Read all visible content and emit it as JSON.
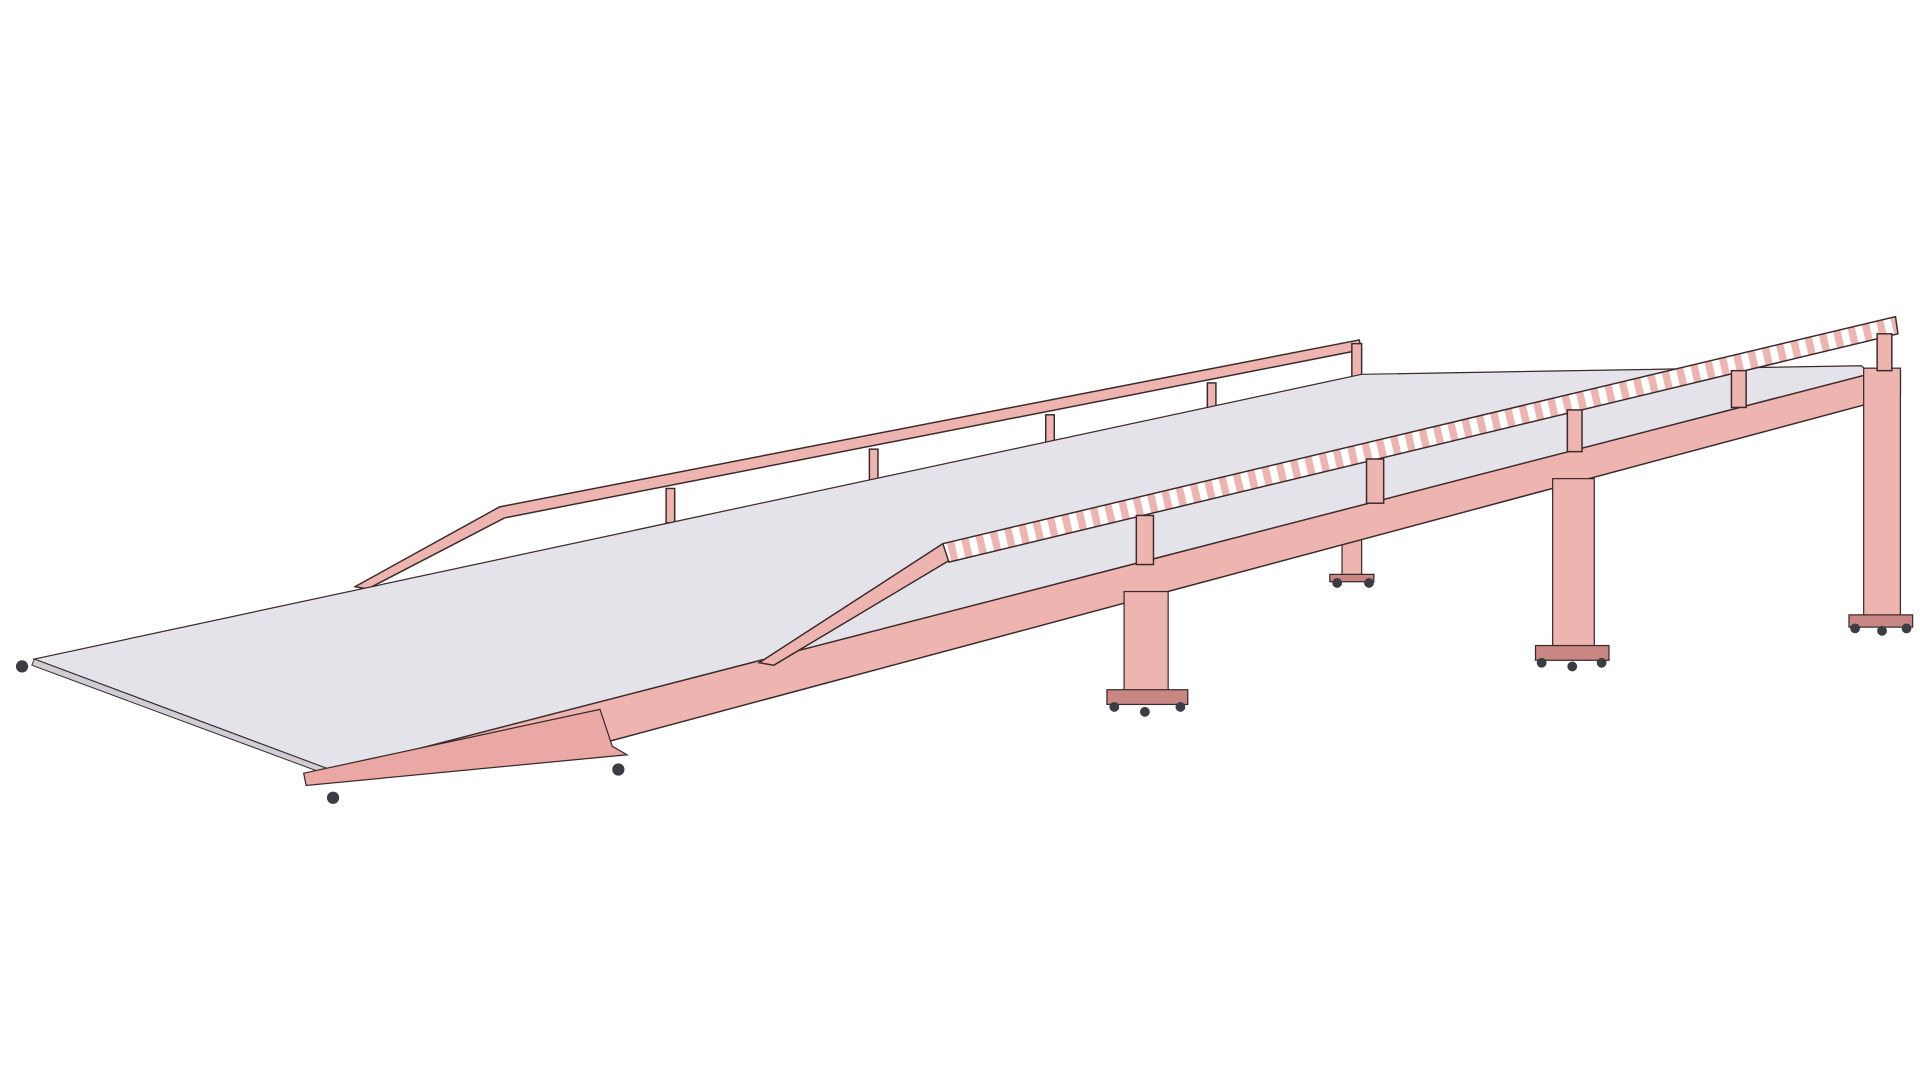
{
  "scene": {
    "subject": "ramp-bridge-cad-render",
    "colors": {
      "background": "#ffffff",
      "deck": "#e4e3ea",
      "deck_shade": "#cfcdd6",
      "steel": "#eeb4b0",
      "steel_dark": "#c98784",
      "edge": "#3a2a2a",
      "railing_check": "#ffffff",
      "bolt": "#3c3c44"
    },
    "front_posts": 5,
    "back_posts": 4,
    "legs": 4
  }
}
